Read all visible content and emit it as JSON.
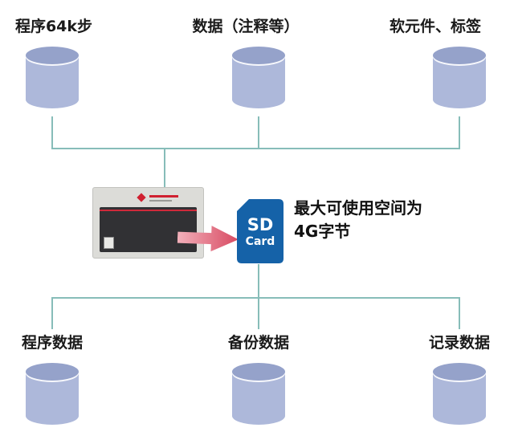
{
  "top_row": [
    {
      "label": "程序64k步"
    },
    {
      "label": "数据（注释等）"
    },
    {
      "label": "软元件、标签"
    }
  ],
  "bottom_row": [
    {
      "label": "程序数据"
    },
    {
      "label": "备份数据"
    },
    {
      "label": "记录数据"
    }
  ],
  "center": {
    "sd_card": {
      "line1": "SD",
      "line2": "Card"
    },
    "note": {
      "line1": "最大可使用空间为",
      "line2": "4G字节"
    }
  },
  "colors": {
    "cylinder_body": "#adb8da",
    "cylinder_top": "#95a2ca",
    "connector_line": "#87bdb9",
    "sd_card_blue": "#1562a8",
    "arrow_light": "#f2b0ba",
    "arrow_dark": "#d84a62",
    "plc_body": "#dcdcd8",
    "plc_panel": "#313134",
    "accent_red": "#cf2a3a"
  }
}
